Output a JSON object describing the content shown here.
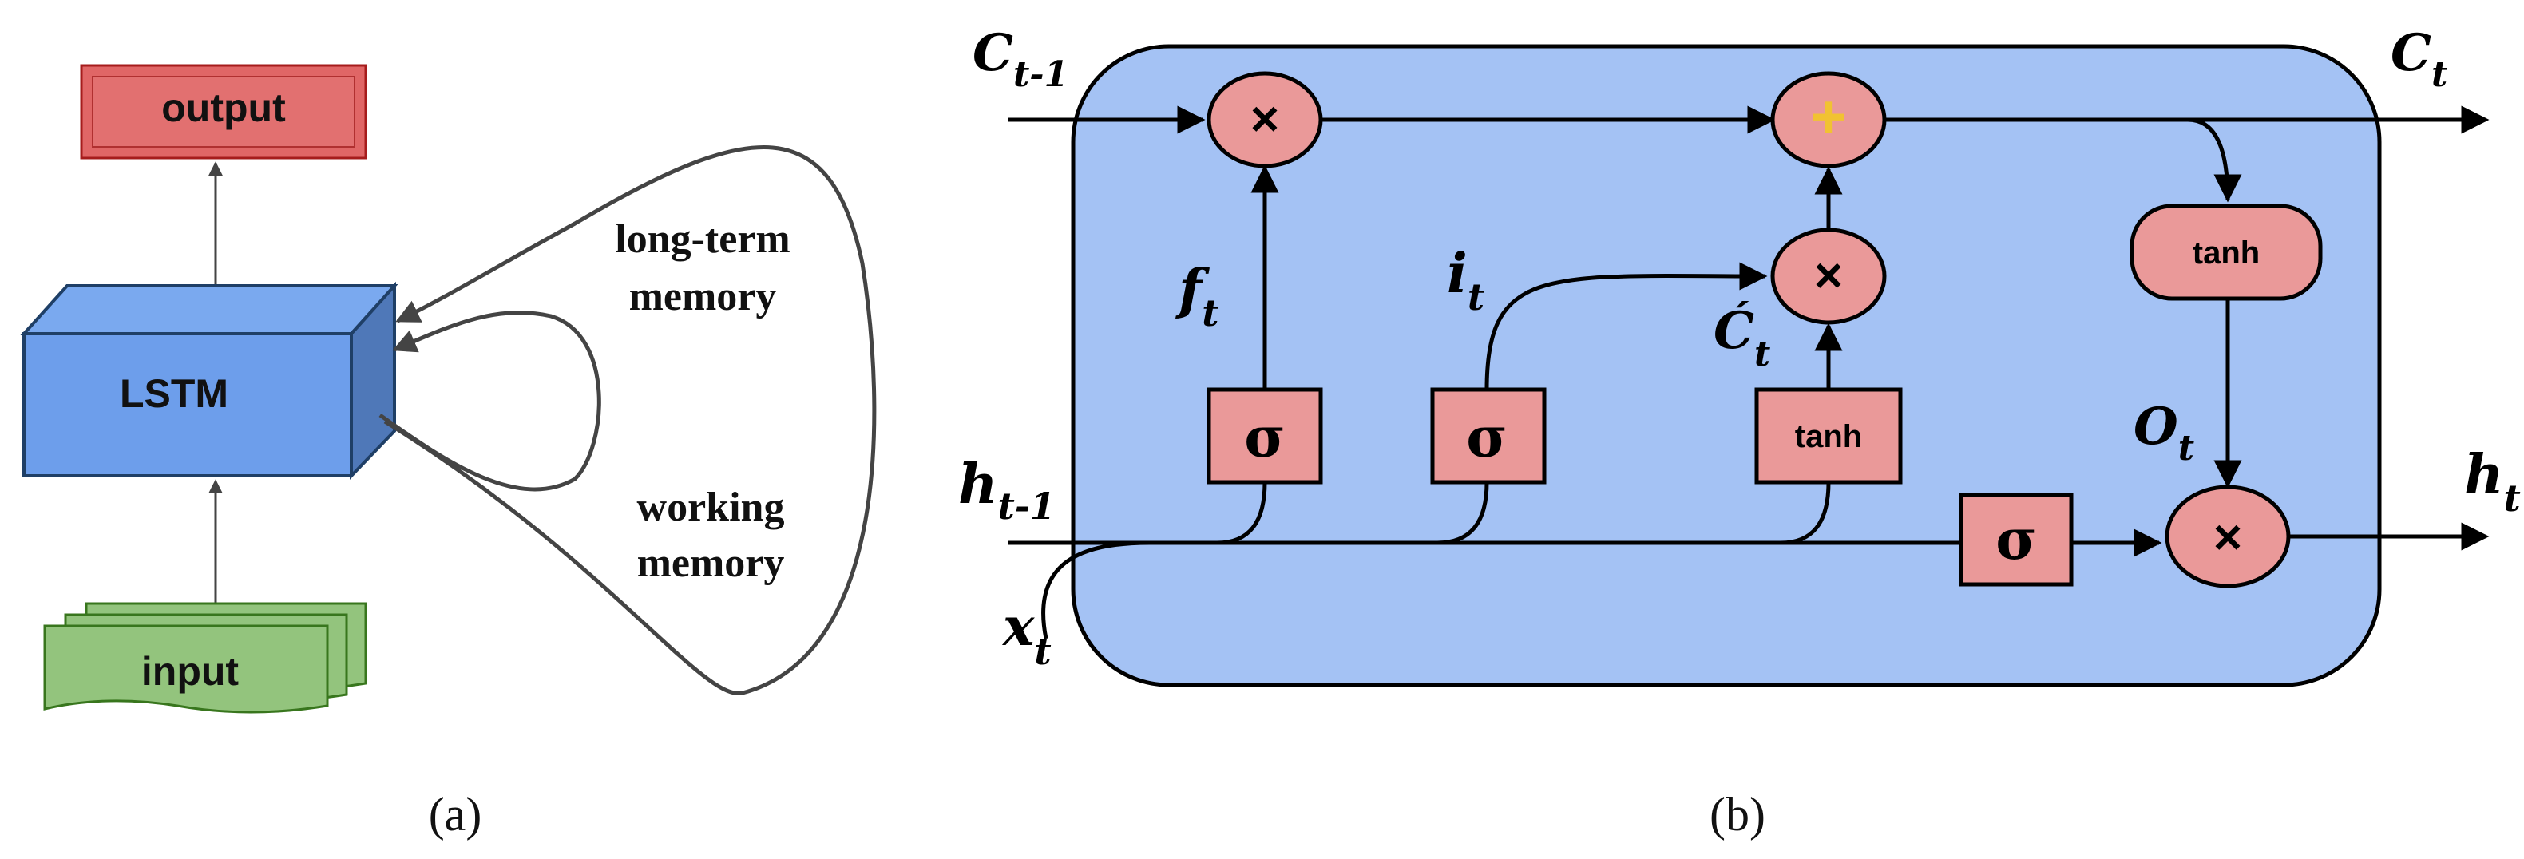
{
  "panel_a": {
    "output_label": "output",
    "lstm_label": "LSTM",
    "input_label": "input",
    "long_term_line1": "long-term",
    "long_term_line2": "memory",
    "working_line1": "working",
    "working_line2": "memory",
    "caption": "(a)"
  },
  "panel_b": {
    "caption": "(b)",
    "c_prev": "C",
    "c_prev_sub": "t-1",
    "c_next": "C",
    "c_next_sub": "t",
    "h_prev": "h",
    "h_prev_sub": "t-1",
    "h_next": "h",
    "h_next_sub": "t",
    "x_in": "x",
    "x_in_sub": "t",
    "f_gate": "f",
    "f_gate_sub": "t",
    "i_gate": "i",
    "i_gate_sub": "t",
    "c_tilde": "Ć",
    "c_tilde_sub": "t",
    "o_gate": "O",
    "o_gate_sub": "t",
    "sigma": "σ",
    "tanh": "tanh",
    "times": "×",
    "plus": "+"
  },
  "colors": {
    "output_fill": "#e06666",
    "lstm_fill": "#6d9eeb",
    "input_fill": "#93c47d",
    "cell_bg": "#a4c2f4",
    "op_fill": "#ea9999",
    "plus_color": "#f1c232",
    "line": "#000000",
    "memory_line": "#434343"
  }
}
